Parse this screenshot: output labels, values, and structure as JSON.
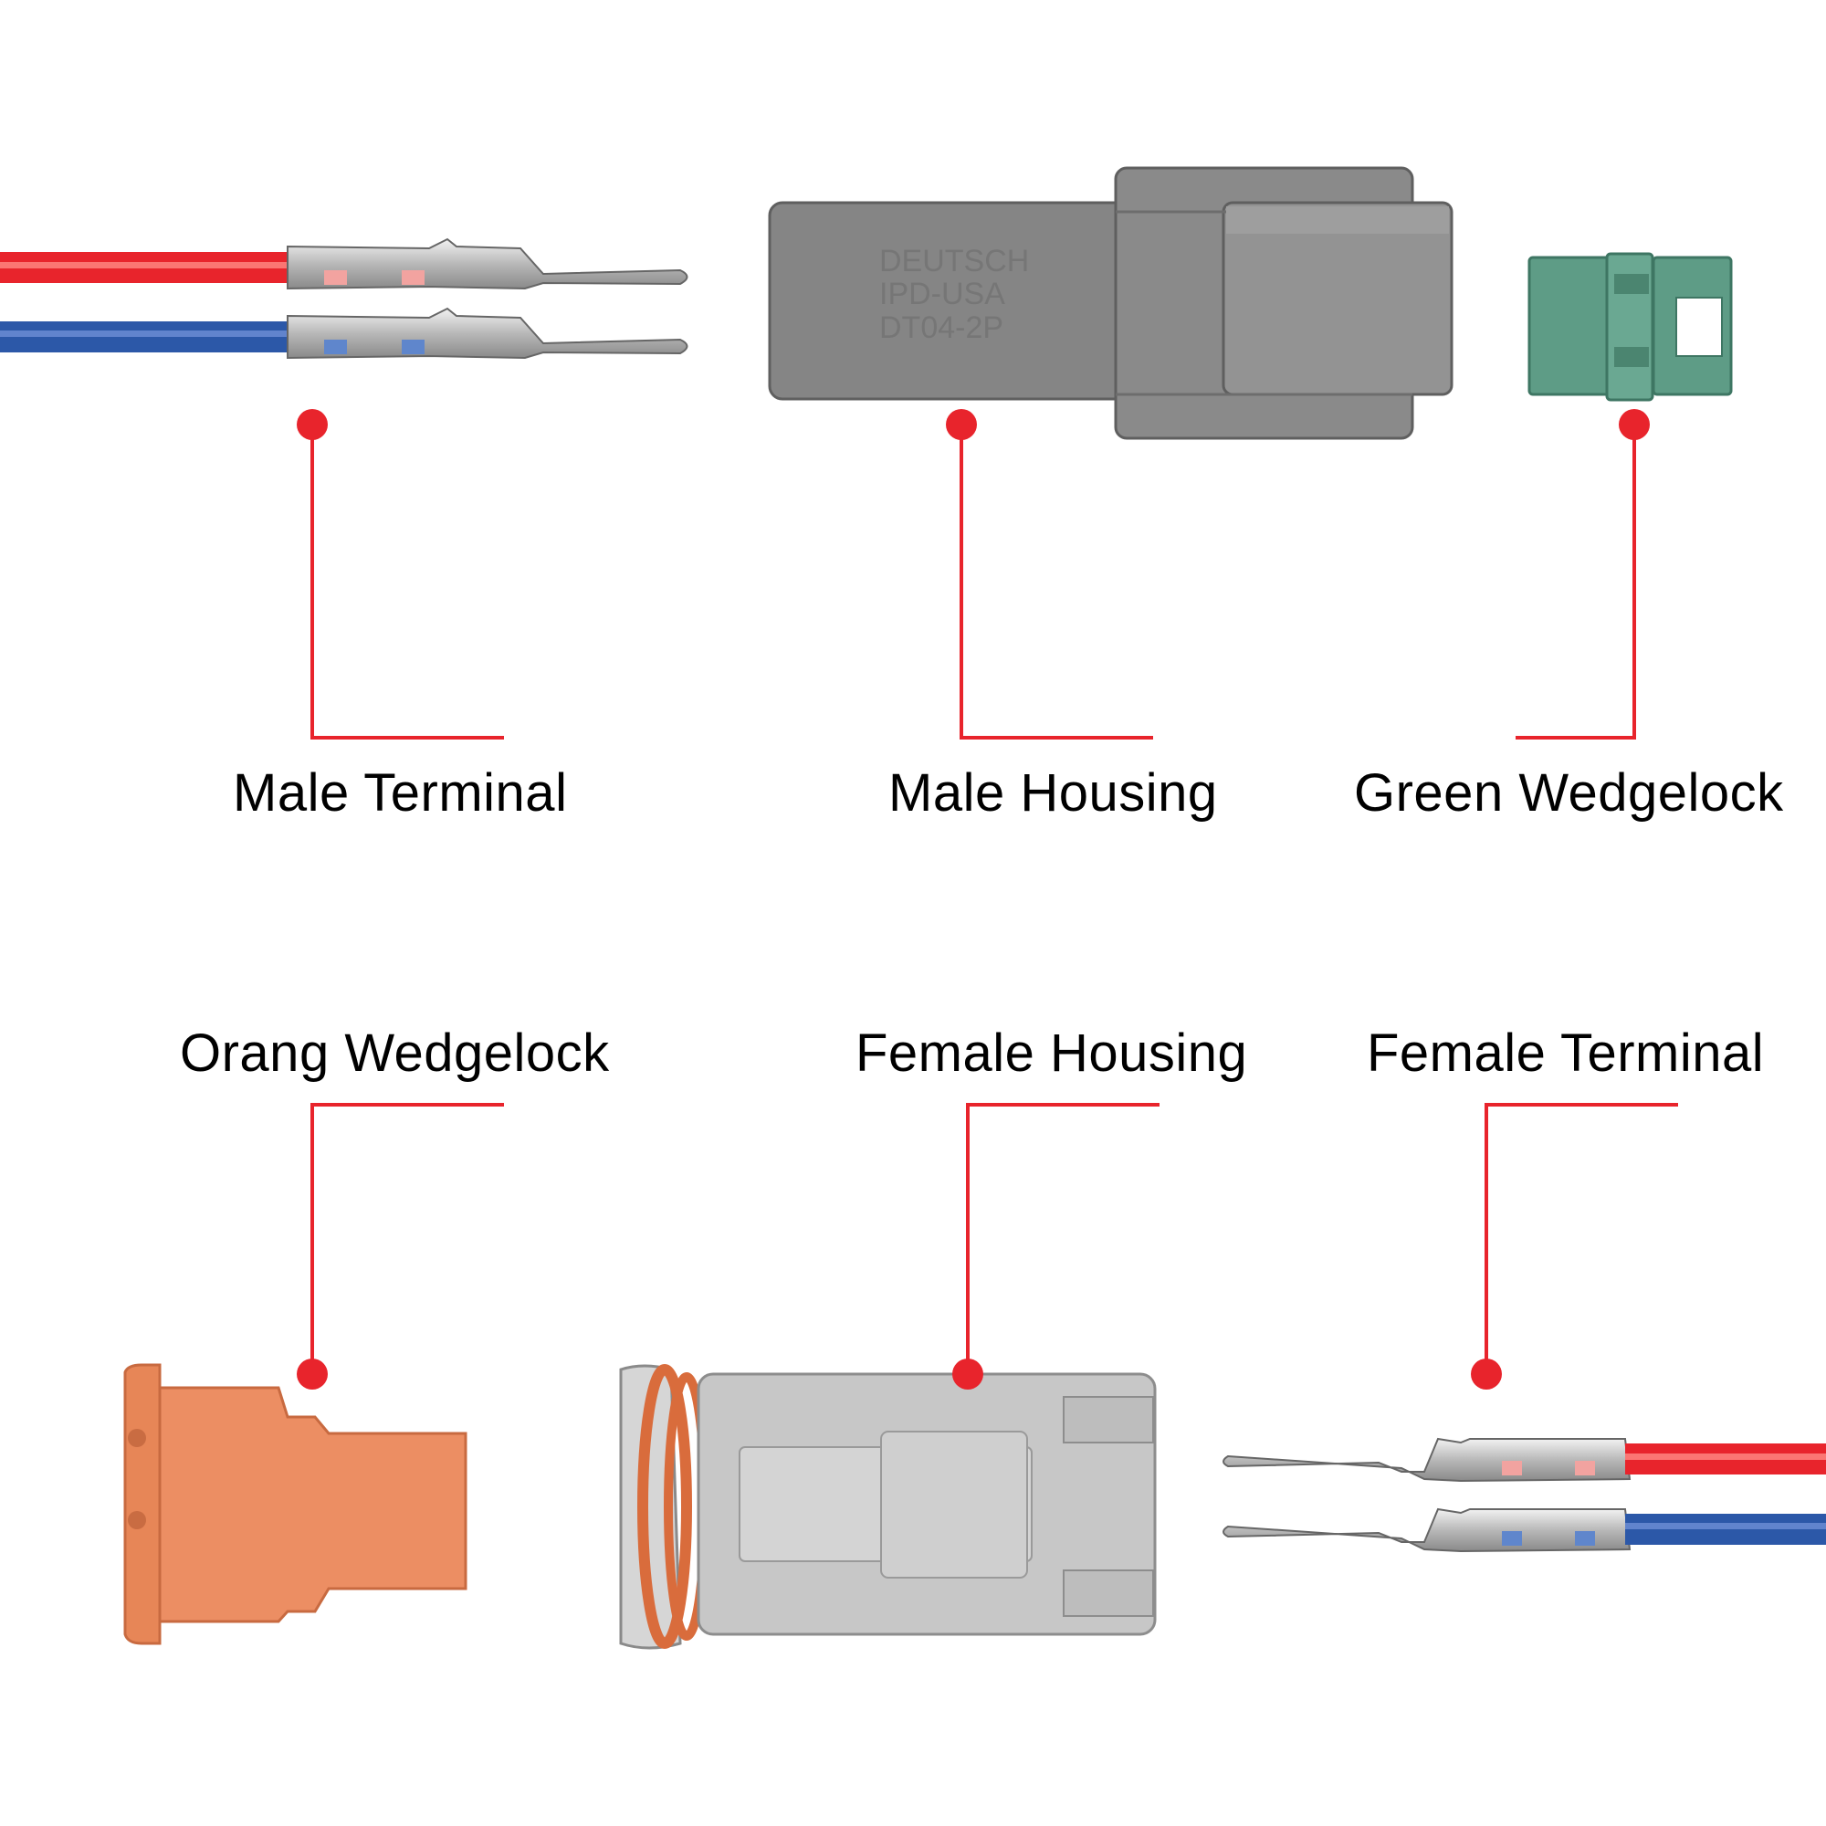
{
  "labels": {
    "male_terminal": "Male Terminal",
    "male_housing": "Male Housing",
    "green_wedgelock": "Green Wedgelock",
    "orange_wedgelock": "Orang Wedgelock",
    "female_housing": "Female Housing",
    "female_terminal": "Female Terminal"
  },
  "housing_marking": {
    "line1": "DEUTSCH",
    "line2": "IPD-USA",
    "line3": "DT04-2P"
  },
  "colors": {
    "callout": "#e8242c",
    "wire_red": "#e8242c",
    "wire_blue": "#2c58a8",
    "male_housing": "#808080",
    "female_housing": "#c4c4c4",
    "green_wedgelock": "#5e9c86",
    "orange_wedgelock": "#ec8e63"
  }
}
